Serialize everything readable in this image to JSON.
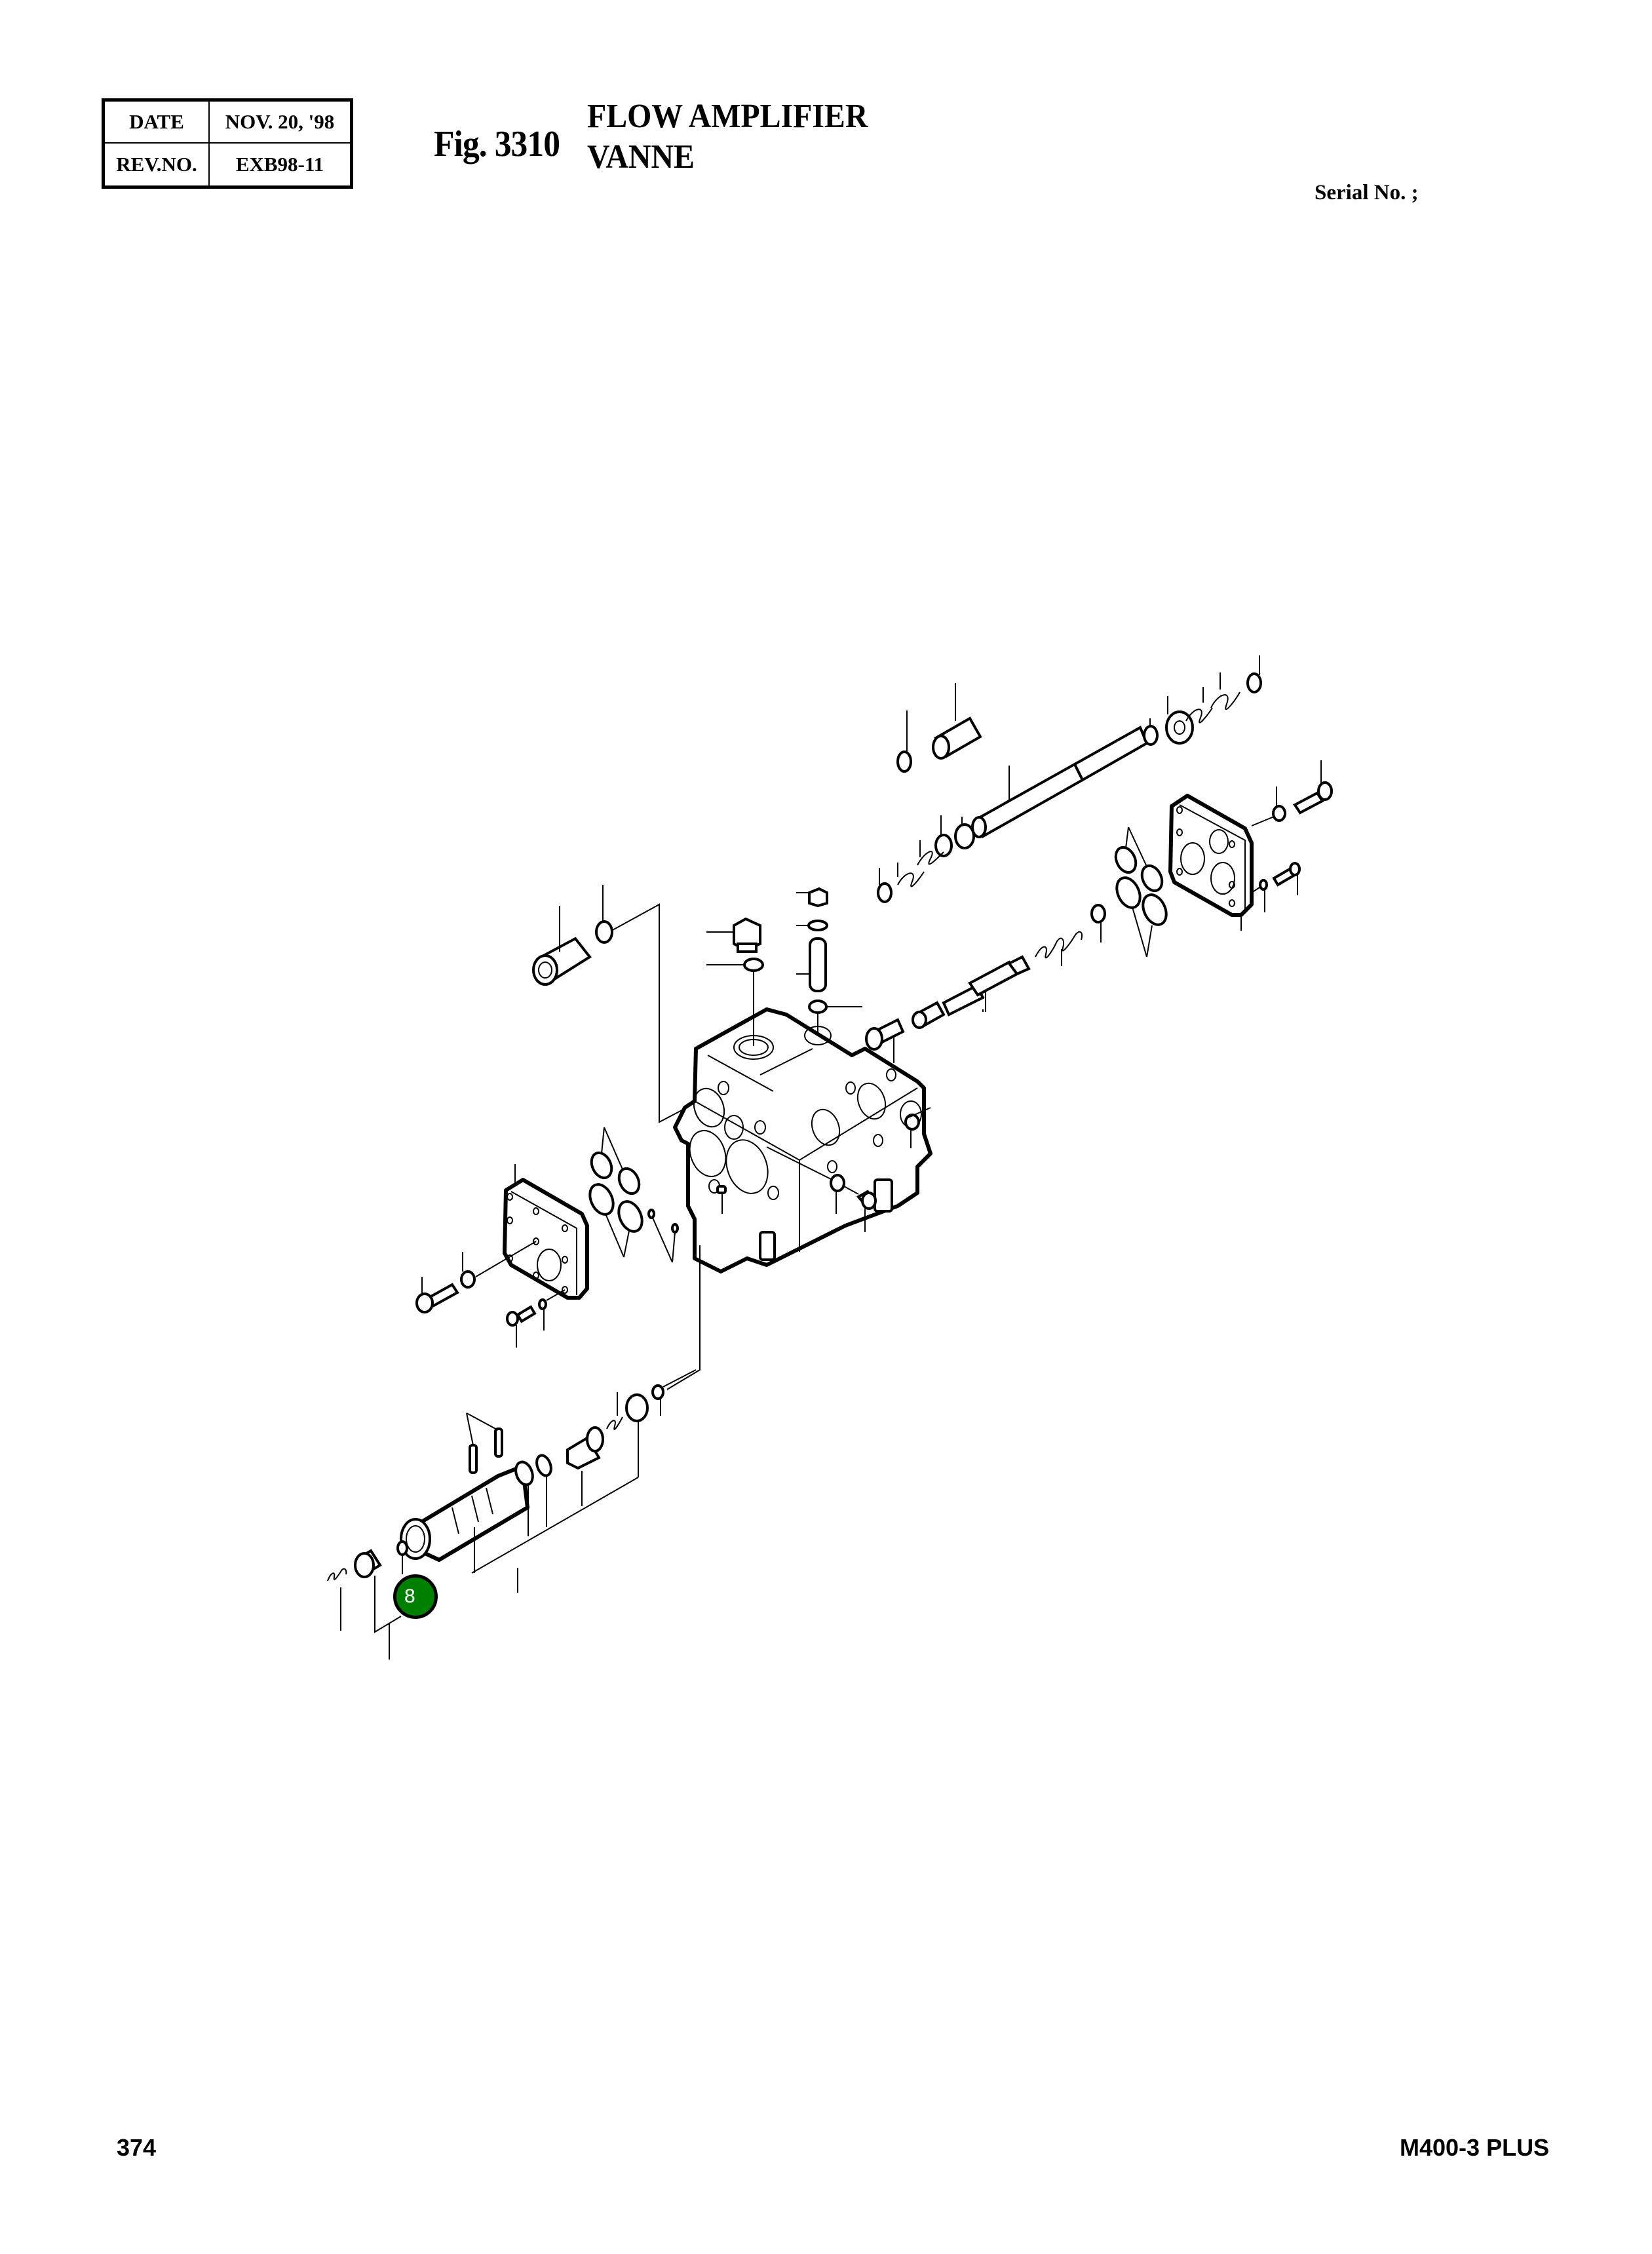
{
  "header": {
    "revision_table": {
      "date_label": "DATE",
      "date_value": "NOV. 20, '98",
      "rev_label": "REV.NO.",
      "rev_value": "EXB98-11"
    },
    "figure_label": "Fig. 3310",
    "title_line1": "FLOW AMPLIFIER",
    "title_line2": "VANNE",
    "serial_label": "Serial No. ;"
  },
  "diagram": {
    "description": "Exploded view of flow amplifier valve assembly",
    "callouts": [
      {
        "label": "8",
        "color": "#008000",
        "text_color": "#ffffff",
        "border_color": "#000000"
      }
    ]
  },
  "footer": {
    "page_number": "374",
    "model": "M400-3 PLUS"
  }
}
